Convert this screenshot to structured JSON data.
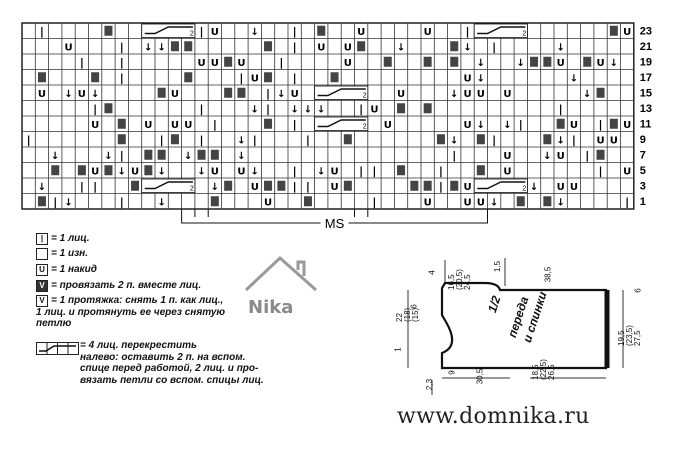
{
  "chart": {
    "row_numbers": [
      "23",
      "21",
      "19",
      "17",
      "15",
      "13",
      "11",
      "9",
      "7",
      "5",
      "3",
      "1"
    ],
    "repeat_label": "MS",
    "cable_number": "2"
  },
  "legend": [
    {
      "symbol": "|",
      "text": "= 1 лиц."
    },
    {
      "symbol": "",
      "text": "= 1 изн."
    },
    {
      "symbol": "U",
      "text": "= 1 накид"
    },
    {
      "symbol": "V",
      "text": "= провязать 2 п. вместе лиц."
    },
    {
      "symbol": "V",
      "text": "= 1 протяжка: снять 1 п. как лиц.,\n1 лиц. и протянуть ее через снятую\nпетлю"
    }
  ],
  "cable": {
    "text": "= 4 лиц. перекрестить\nналево: оставить 2 п. на вспом.\nспице перед работой, 2 лиц. и про-\nвязать петли со вспом. спицы лиц."
  },
  "logo": "Nika",
  "website": "www.domnika.ru",
  "schema": {
    "label_line1": "1/2",
    "label_line2": "переда",
    "label_line3": "и спинки",
    "dims": {
      "top_left": "4",
      "shoulder": "16,5\n(20,5)\n24,5",
      "neck_depth": "1,5",
      "half_width_top": "38,5",
      "armhole_height": "22\n(18)\n(15)",
      "left_tick": "6",
      "small_left": "1",
      "small_9": "9",
      "bottom_width": "30,5",
      "right_width": "18,5\n(22,5)\n26,5",
      "left_bottom": "2,3",
      "side_height": "19,5\n(23,5)\n27,5",
      "right_tick": "6"
    }
  }
}
